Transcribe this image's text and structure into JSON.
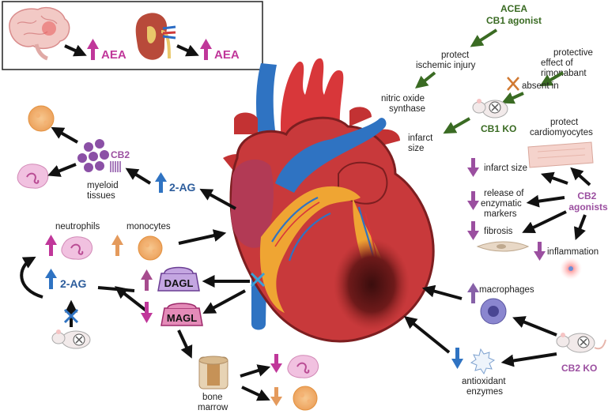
{
  "colors": {
    "green": "#3a6b23",
    "purple": "#9b4fa0",
    "magenta": "#c0379a",
    "blue": "#2d5d9c",
    "orange": "#e49a5c",
    "black": "#111111"
  },
  "inset": {
    "brain_aea": "AEA",
    "kidney_aea": "AEA"
  },
  "cb1": {
    "title": "ACEA",
    "subtitle": "CB1 agonist",
    "protect_ischemic": "protect ischemic injury",
    "nitric_oxide": "nitric oxide synthase",
    "infarct_size": "infarct size",
    "protective_rimonabant": "protective effect of rimonabant",
    "absent_in": "absent in",
    "ko": "CB1 KO"
  },
  "cb2": {
    "agonists": "CB2 agonists",
    "protect_cardio": "protect cardiomyocytes",
    "infarct_size": "infarct size",
    "release_markers": "release of enzymatic markers",
    "fibrosis": "fibrosis",
    "inflammation": "inflammation",
    "macrophages": "macrophages",
    "antioxidant": "antioxidant enzymes",
    "ko": "CB2 KO"
  },
  "left": {
    "cb2_label": "CB2",
    "myeloid": "myeloid tissues",
    "two_ag_top": "2-AG",
    "neutrophils": "neutrophils",
    "monocytes": "monocytes",
    "two_ag_mid": "2-AG",
    "dagl": "DAGL",
    "magl": "MAGL",
    "bone_marrow": "bone marrow"
  }
}
